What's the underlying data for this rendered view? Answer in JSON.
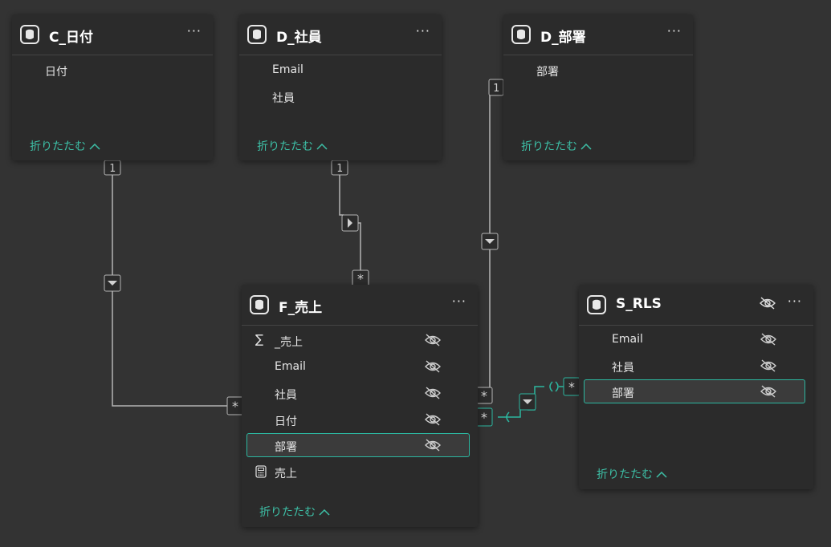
{
  "colors": {
    "canvas": "#333333",
    "card": "#2b2b2b",
    "accent": "#2cb7a0",
    "line": "#b4b4b4"
  },
  "collapse_label": "折りたたむ",
  "tables": {
    "c_date": {
      "title": "C_日付",
      "fields": [
        "日付"
      ]
    },
    "d_employee": {
      "title": "D_社員",
      "fields": [
        "Email",
        "社員"
      ]
    },
    "d_department": {
      "title": "D_部署",
      "fields": [
        "部署"
      ]
    },
    "f_sales": {
      "title": "F_売上",
      "fields": [
        "_売上",
        "Email",
        "社員",
        "日付",
        "部署",
        "売上"
      ]
    },
    "s_rls": {
      "title": "S_RLS",
      "fields": [
        "Email",
        "社員",
        "部署"
      ]
    }
  },
  "cardinality": {
    "one": "1",
    "many": "*"
  },
  "icons": [
    "table-icon",
    "more-options-icon",
    "eye-off-icon",
    "sigma-icon",
    "calculator-icon",
    "chevron-up-icon",
    "filter-direction-icon"
  ]
}
